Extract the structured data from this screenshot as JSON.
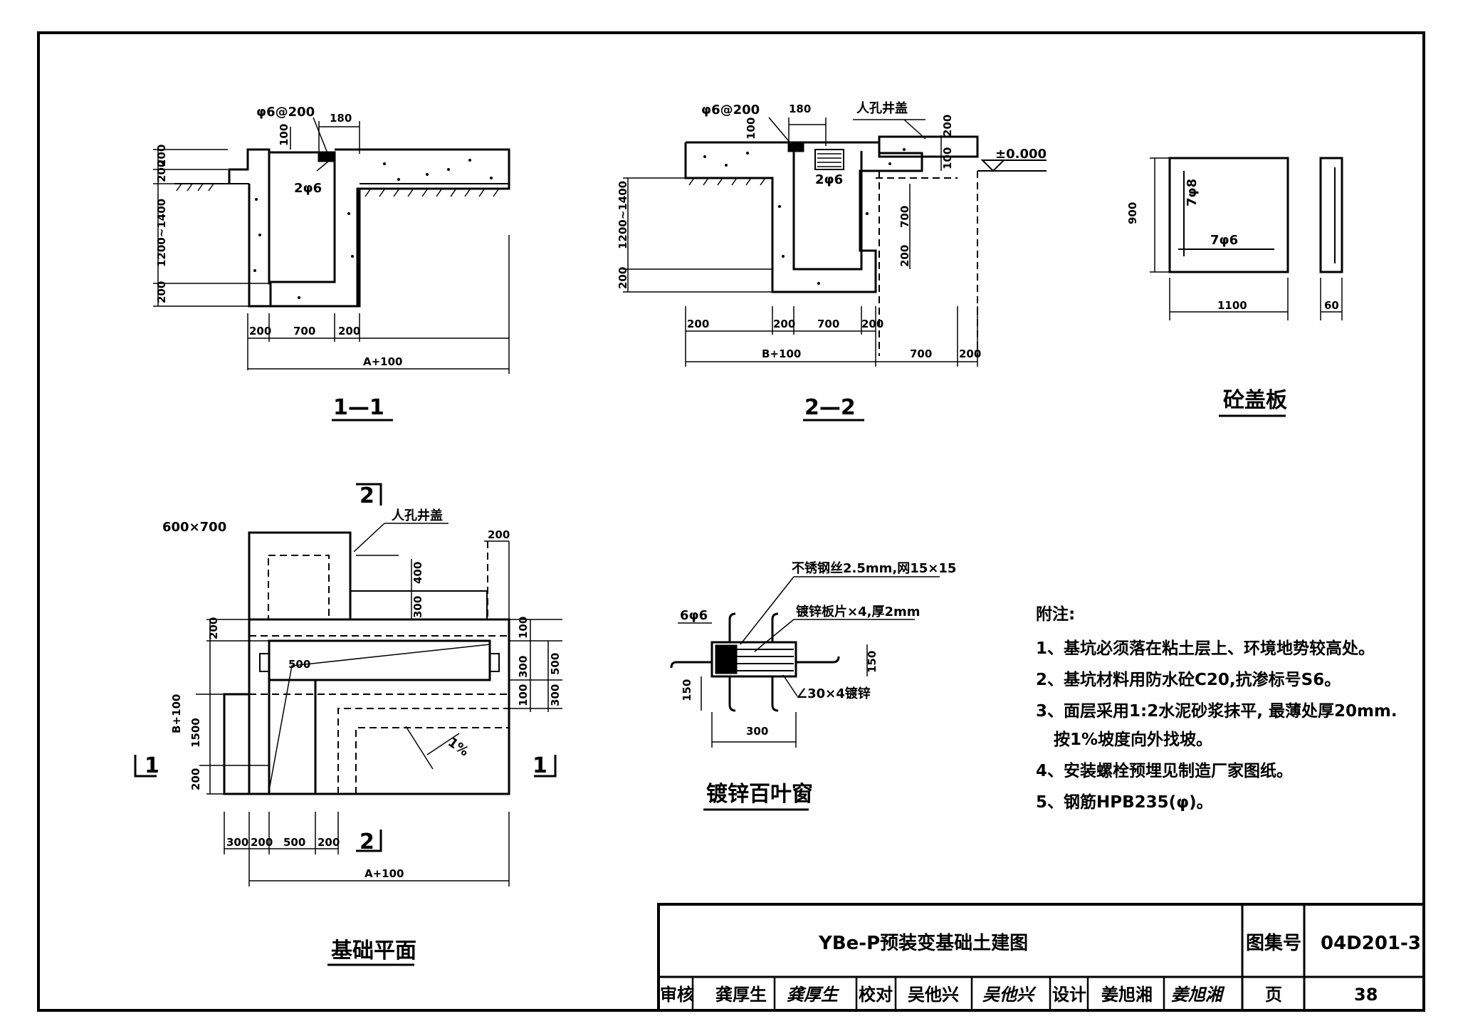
{
  "section_1_1": {
    "title": "1—1",
    "rebar_top": "φ6@200",
    "rebar_bar": "2φ6",
    "dims": {
      "d180": "180",
      "d100": "100",
      "d200a": "200",
      "d200b": "200",
      "depth": "1200~1400",
      "d200c": "200",
      "w200l": "200",
      "w700": "700",
      "w200r": "200",
      "total": "A+100"
    }
  },
  "section_2_2": {
    "title": "2—2",
    "rebar_top": "φ6@200",
    "rebar_bar": "2φ6",
    "manhole_cover": "人孔井盖",
    "elevation": "±0.000",
    "dims": {
      "d180": "180",
      "d100": "100",
      "d200top": "200",
      "d100b": "100",
      "depth": "1200~1400",
      "d200l": "200",
      "d700v": "700",
      "d200v": "200",
      "w200a": "200",
      "w200b": "200",
      "w700": "700",
      "w200c": "200",
      "total_b": "B+100",
      "w700b": "700",
      "w200d": "200"
    }
  },
  "cover_plate": {
    "title": "砼盖板",
    "rebar_v": "7φ8",
    "rebar_h": "7φ6",
    "height": "900",
    "width": "1100",
    "thickness": "60"
  },
  "plan": {
    "title": "基础平面",
    "section_mark_2": "2",
    "section_mark_1": "1",
    "opening": "600×700",
    "manhole_cover": "人孔井盖",
    "slope": "1%",
    "dims": {
      "d200top": "200",
      "d400": "400",
      "d300": "300",
      "d200l": "200",
      "d500": "500",
      "r100a": "100",
      "r300": "300",
      "r500": "500",
      "r100b": "100",
      "r300b": "300",
      "b100": "B+100",
      "d1500": "1500",
      "d200b": "200",
      "w300": "300",
      "w200a": "200",
      "w500": "500",
      "w200b": "200",
      "total": "A+100"
    }
  },
  "louver": {
    "title": "镀锌百叶窗",
    "mesh": "不锈钢丝2.5mm,网15×15",
    "blades": "镀锌板片×4,厚2mm",
    "angle": "∠30×4镀锌",
    "rebar": "6φ6",
    "d150a": "150",
    "d150b": "150",
    "d300": "300"
  },
  "notes": {
    "heading": "附注:",
    "items": [
      "1、基坑必须落在粘土层上、环境地势较高处。",
      "2、基坑材料用防水砼C20,抗渗标号S6。",
      "3、面层采用1:2水泥砂浆抹平, 最薄处厚20mm.",
      "按1%坡度向外找坡。",
      "4、安装螺栓预埋见制造厂家图纸。",
      "5、钢筋HPB235(φ)。"
    ]
  },
  "title_block": {
    "drawing_title": "YBe-P预装变基础土建图",
    "atlas_label": "图集号",
    "atlas_no": "04D201-3",
    "review_label": "审核",
    "reviewer": "龚厚生",
    "check_label": "校对",
    "checker": "吴他兴",
    "design_label": "设计",
    "designer": "姜旭湘",
    "page_label": "页",
    "page_no": "38"
  }
}
